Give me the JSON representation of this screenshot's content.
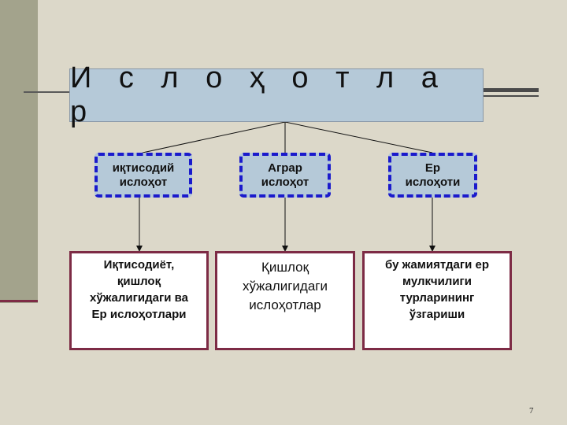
{
  "title": "И с л о ҳ о т л а р",
  "categories": [
    {
      "line1": "иқтисодий",
      "line2": "ислоҳот"
    },
    {
      "line1": "Аграр",
      "line2": "ислоҳот"
    },
    {
      "line1": "Ер",
      "line2": "ислоҳоти"
    }
  ],
  "descriptions": [
    {
      "lines": [
        "Иқтисодиёт,",
        "қишлоқ",
        "хўжалигидаги ва",
        "Ер ислоҳотлари"
      ]
    },
    {
      "lines": [
        "Қишлоқ",
        "хўжалигидаги",
        "ислоҳотлар"
      ]
    },
    {
      "lines": [
        "бу жамиятдаги ер",
        "мулкчилиги",
        "турларининг",
        "ўзгариши"
      ]
    }
  ],
  "page_number": "7",
  "colors": {
    "category_border": "#1a1acc",
    "desc_border": "#7d2b45",
    "title_fill": "#b5c9d8"
  }
}
